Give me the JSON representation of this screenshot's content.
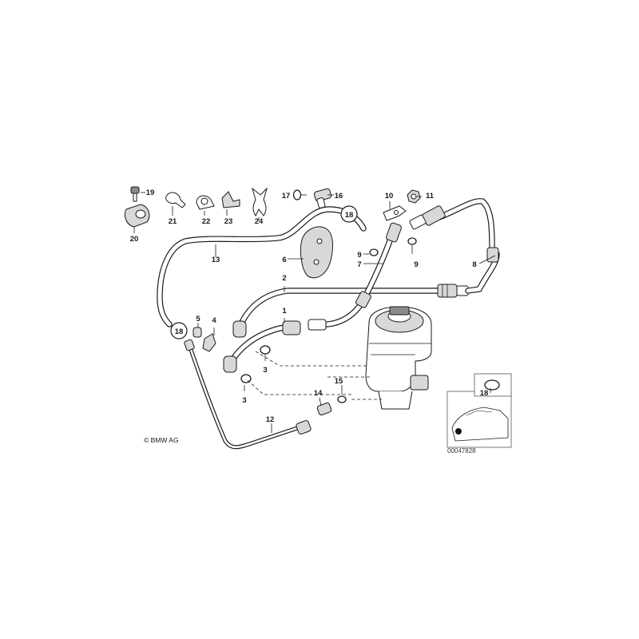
{
  "diagram": {
    "copyright": "© BMW AG",
    "document_number": "00047828",
    "callouts": {
      "c1": "1",
      "c2": "2",
      "c3a": "3",
      "c3b": "3",
      "c4": "4",
      "c5": "5",
      "c6": "6",
      "c7": "7",
      "c8": "8",
      "c9a": "9",
      "c9b": "9",
      "c10": "10",
      "c11": "11",
      "c12": "12",
      "c13": "13",
      "c14": "14",
      "c15": "15",
      "c16": "16",
      "c17": "17",
      "c18a": "18",
      "c18b": "18",
      "c18c": "18",
      "c19": "19",
      "c20": "20",
      "c21": "21",
      "c22": "22",
      "c23": "23",
      "c24": "24"
    }
  }
}
